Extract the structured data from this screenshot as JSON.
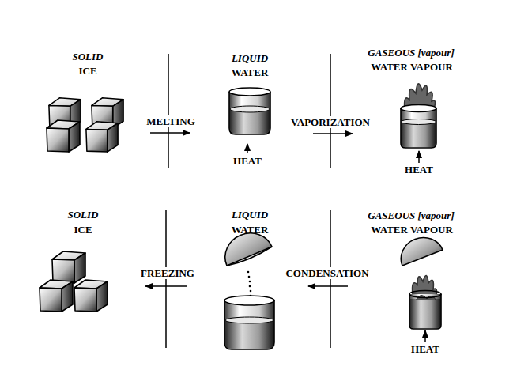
{
  "diagram": {
    "labels": [
      "SOLID",
      "ICE",
      "LIQUID",
      "WATER",
      "GASEOUS [vapour]",
      "WATER VAPOUR",
      "MELTING",
      "VAPORIZATION",
      "HEAT",
      "HEAT",
      "SOLID",
      "ICE",
      "LIQUID",
      "WATER",
      "GASEOUS [vapour]",
      "WATER VAPOUR",
      "FREEZING",
      "CONDENSATION",
      "HEAT"
    ]
  }
}
